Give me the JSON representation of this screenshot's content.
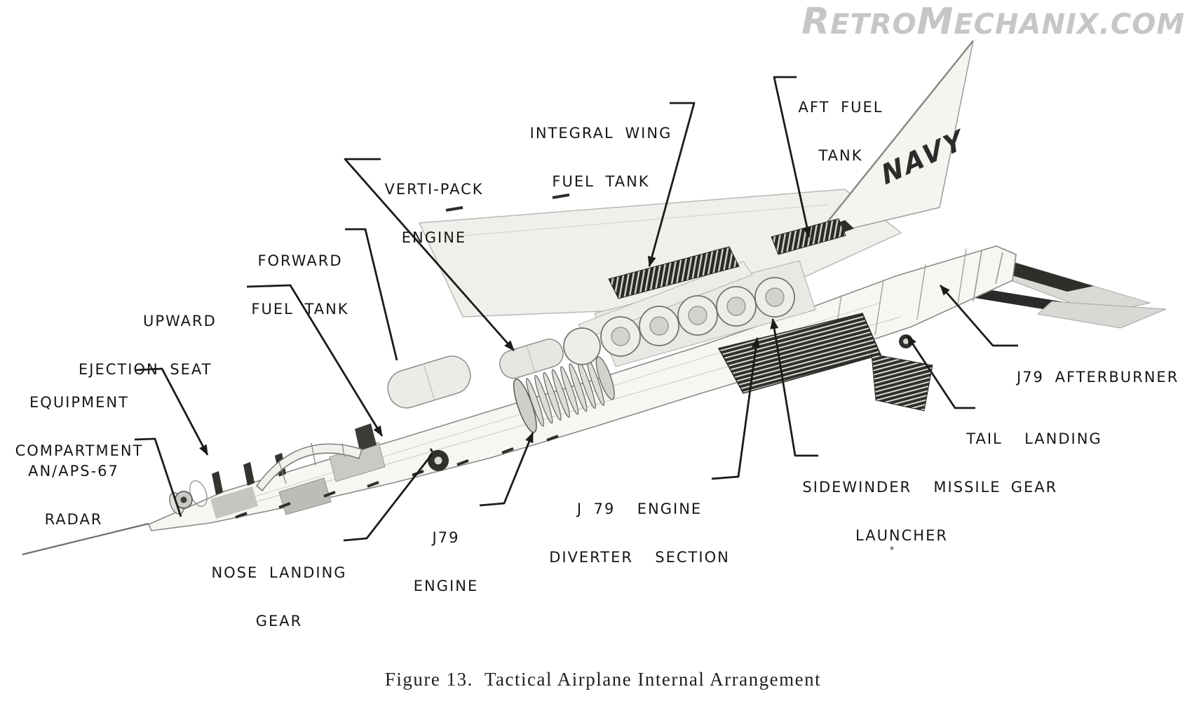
{
  "figure": {
    "caption": "Figure 13.  Tactical Airplane Internal Arrangement",
    "aircraft_marking": "NAVY"
  },
  "watermark": {
    "parts": [
      "R",
      "ETRO",
      "M",
      "ECHANIX.COM"
    ]
  },
  "labels": [
    {
      "id": "integral-wing-fuel-tank",
      "lines": [
        "INTEGRAL WING",
        "FUEL TANK"
      ]
    },
    {
      "id": "aft-fuel-tank",
      "lines": [
        "AFT FUEL",
        "TANK"
      ]
    },
    {
      "id": "verti-pack-engine",
      "lines": [
        "VERTI-PACK",
        "ENGINE"
      ]
    },
    {
      "id": "forward-fuel-tank",
      "lines": [
        "FORWARD",
        "FUEL TANK"
      ]
    },
    {
      "id": "upward-ejection-seat",
      "lines": [
        "UPWARD",
        "EJECTION SEAT"
      ]
    },
    {
      "id": "equipment-compartment",
      "lines": [
        "EQUIPMENT",
        "COMPARTMENT"
      ]
    },
    {
      "id": "an-aps-67-radar",
      "lines": [
        "AN/APS-67",
        "RADAR"
      ]
    },
    {
      "id": "nose-landing-gear",
      "lines": [
        "NOSE LANDING",
        "GEAR"
      ]
    },
    {
      "id": "j79-engine",
      "lines": [
        "J79",
        "ENGINE"
      ]
    },
    {
      "id": "j79-engine-diverter-section",
      "lines": [
        "J 79  ENGINE",
        "DIVERTER  SECTION"
      ]
    },
    {
      "id": "sidewinder-missile-launcher",
      "lines": [
        "SIDEWINDER  MISSILE",
        "LAUNCHER"
      ]
    },
    {
      "id": "tail-landing-gear",
      "lines": [
        "TAIL  LANDING",
        "GEAR"
      ]
    },
    {
      "id": "j79-afterburner",
      "lines": [
        "J79 AFTERBURNER"
      ]
    }
  ],
  "colors": {
    "ink": "#1b1b19",
    "paper": "#ffffff",
    "watermark": "#c6c6c6",
    "marking": "#2c2c2a"
  }
}
